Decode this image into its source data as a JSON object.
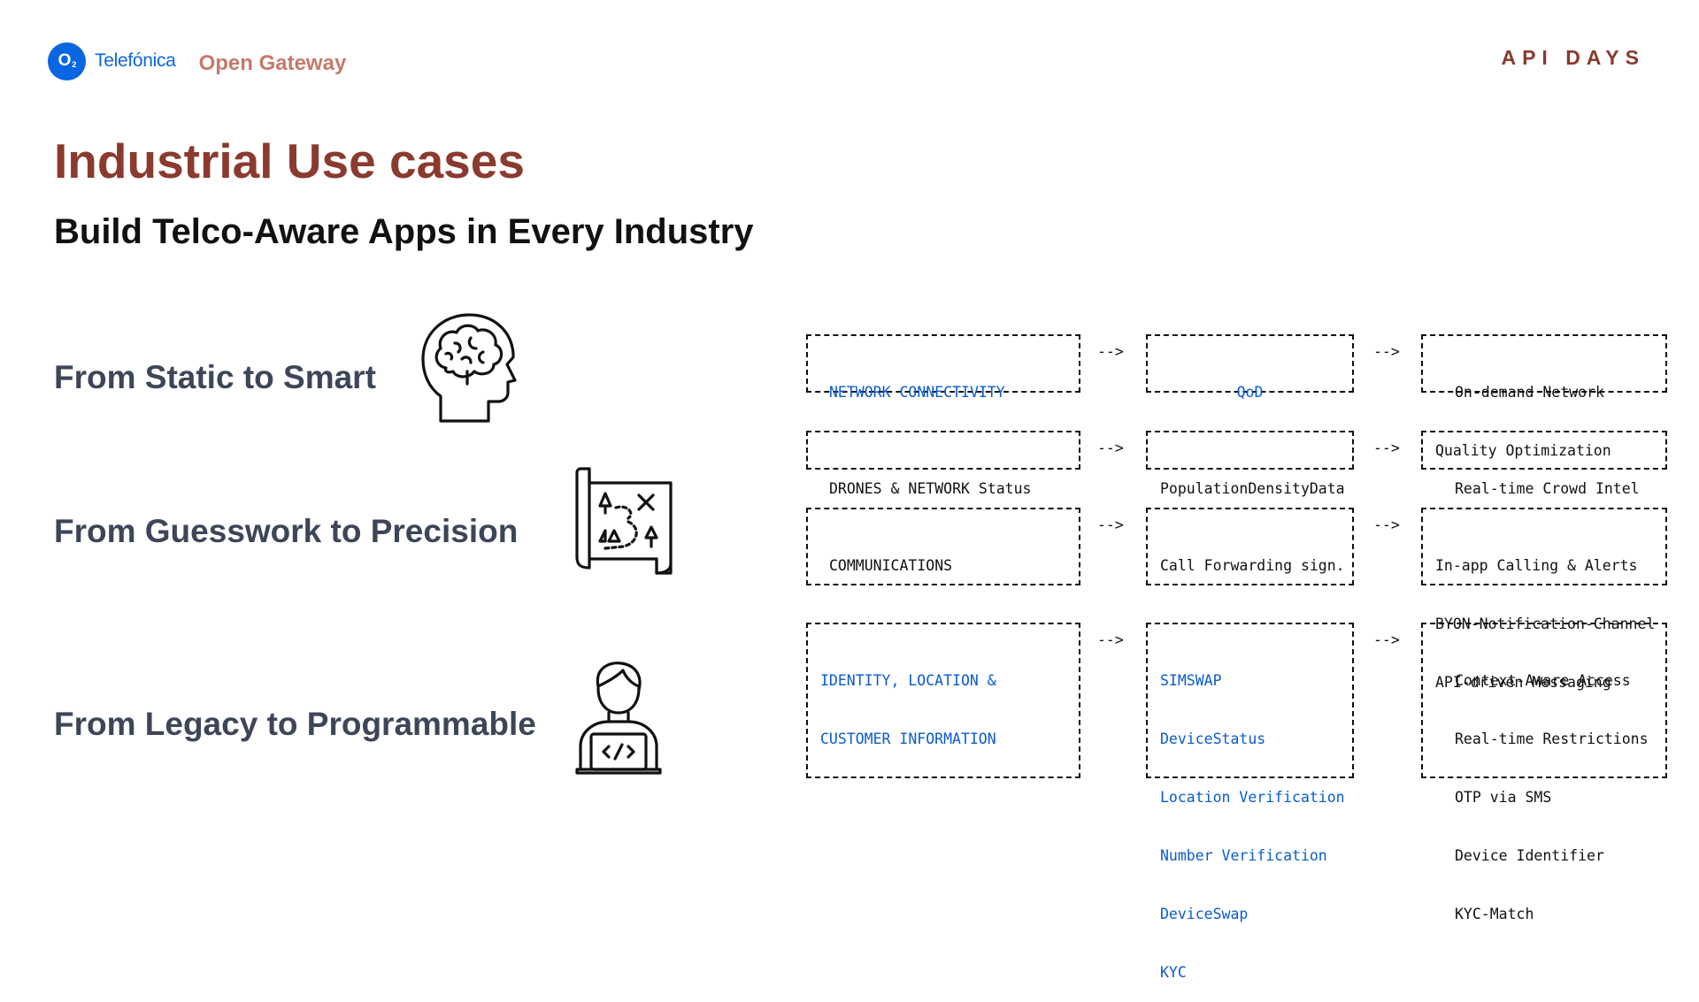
{
  "header": {
    "logo_mark": "O",
    "logo_sub": "2",
    "brand": "Telefónica",
    "product": "Open Gateway",
    "event": "API DAYS"
  },
  "slide": {
    "title": "Industrial Use cases",
    "subtitle": "Build Telco-Aware Apps in Every Industry"
  },
  "rows": [
    {
      "heading": "From Static to Smart",
      "icon": "brain-head-icon"
    },
    {
      "heading": "From Guesswork to Precision",
      "icon": "treasure-map-icon"
    },
    {
      "heading": "From Legacy to Programmable",
      "icon": "developer-laptop-icon"
    }
  ],
  "arrow": "-->",
  "flows": [
    {
      "category": [
        "NETWORK CONNECTIVITY"
      ],
      "api": [
        "QoD"
      ],
      "outcome": [
        "On-demand Network",
        "Quality Optimization"
      ]
    },
    {
      "category": [
        "DRONES & NETWORK Status"
      ],
      "api": [
        "PopulationDensityData"
      ],
      "outcome": [
        "Real-time Crowd Intel"
      ]
    },
    {
      "category": [
        "COMMUNICATIONS"
      ],
      "api": [
        "Call Forwarding sign."
      ],
      "outcome": [
        "In-app Calling & Alerts",
        "BYON-Notification-Channel",
        "API-driven Messaging"
      ]
    },
    {
      "category": [
        "IDENTITY, LOCATION &",
        "CUSTOMER INFORMATION"
      ],
      "api": [
        "SIMSWAP",
        "DeviceStatus",
        "Location Verification",
        "Number Verification",
        "DeviceSwap",
        "KYC"
      ],
      "outcome": [
        "Context-Aware Access",
        "Real-time Restrictions",
        "OTP via SMS",
        "Device Identifier",
        "KYC-Match"
      ]
    }
  ],
  "colors": {
    "accent": "#8a3a2e",
    "brand_blue": "#0a66e0",
    "api_blue": "#0a5bd0",
    "heading_gray": "#3d4658"
  }
}
